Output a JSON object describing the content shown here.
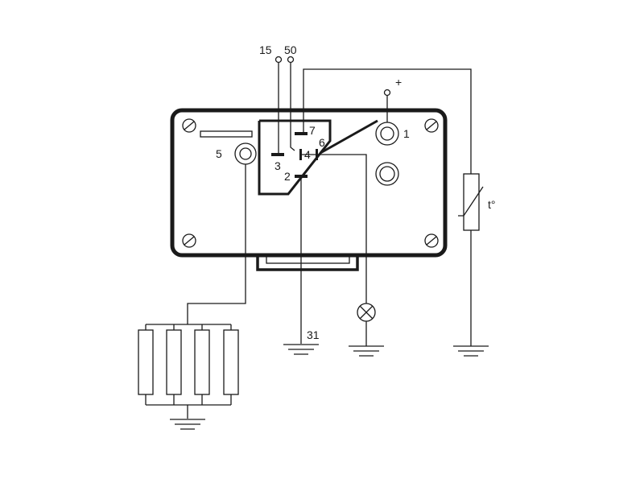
{
  "labels": {
    "terminal_15": "15",
    "terminal_50": "50",
    "plus_sign": "+",
    "terminal_1": "1",
    "terminal_5": "5",
    "terminal_3": "3",
    "terminal_7": "7",
    "terminal_6": "6",
    "terminal_4": "4",
    "terminal_2": "2",
    "ground_31": "31",
    "sensor_temp": "t°"
  },
  "colors": {
    "line": "#1a1a1a",
    "background": "#ffffff"
  }
}
